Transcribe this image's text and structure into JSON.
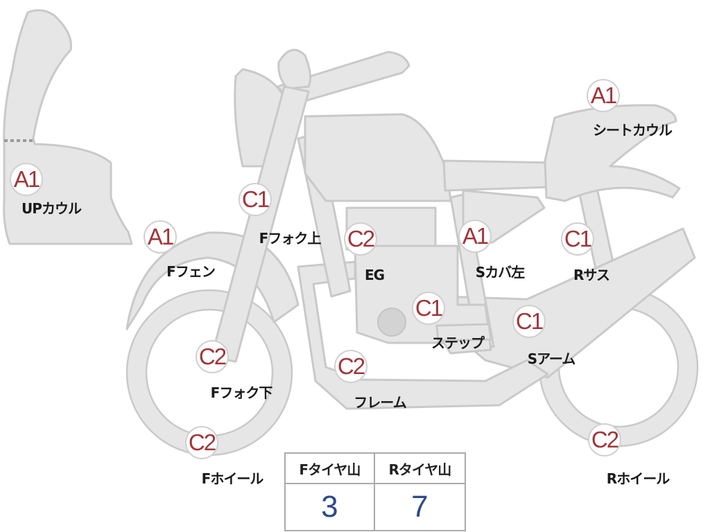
{
  "markers": [
    {
      "id": "up-cowl",
      "grade": "A1",
      "label": "UPカウル"
    },
    {
      "id": "seat-cowl",
      "grade": "A1",
      "label": "シートカウル"
    },
    {
      "id": "f-fender",
      "grade": "A1",
      "label": "Fフェン"
    },
    {
      "id": "f-fork-upper",
      "grade": "C1",
      "label": "Fフォク上"
    },
    {
      "id": "engine",
      "grade": "C2",
      "label": "EG"
    },
    {
      "id": "side-cover-left",
      "grade": "A1",
      "label": "Sカバ左"
    },
    {
      "id": "r-suspension",
      "grade": "C1",
      "label": "Rサス"
    },
    {
      "id": "step",
      "grade": "C1",
      "label": "ステップ"
    },
    {
      "id": "swing-arm",
      "grade": "C1",
      "label": "Sアーム"
    },
    {
      "id": "f-fork-lower",
      "grade": "C2",
      "label": "Fフォク下"
    },
    {
      "id": "frame",
      "grade": "C2",
      "label": "フレーム"
    },
    {
      "id": "f-wheel",
      "grade": "C2",
      "label": "Fホイール"
    },
    {
      "id": "r-wheel",
      "grade": "C2",
      "label": "Rホイール"
    }
  ],
  "tread": {
    "front_label": "Fタイヤ山",
    "rear_label": "Rタイヤ山",
    "front_value": "3",
    "rear_value": "7"
  },
  "colors": {
    "part_fill": "#e6e6e6",
    "part_outline": "#c9c9c9",
    "grade_text": "#a0363a",
    "tread_value": "#2c4a8c"
  }
}
